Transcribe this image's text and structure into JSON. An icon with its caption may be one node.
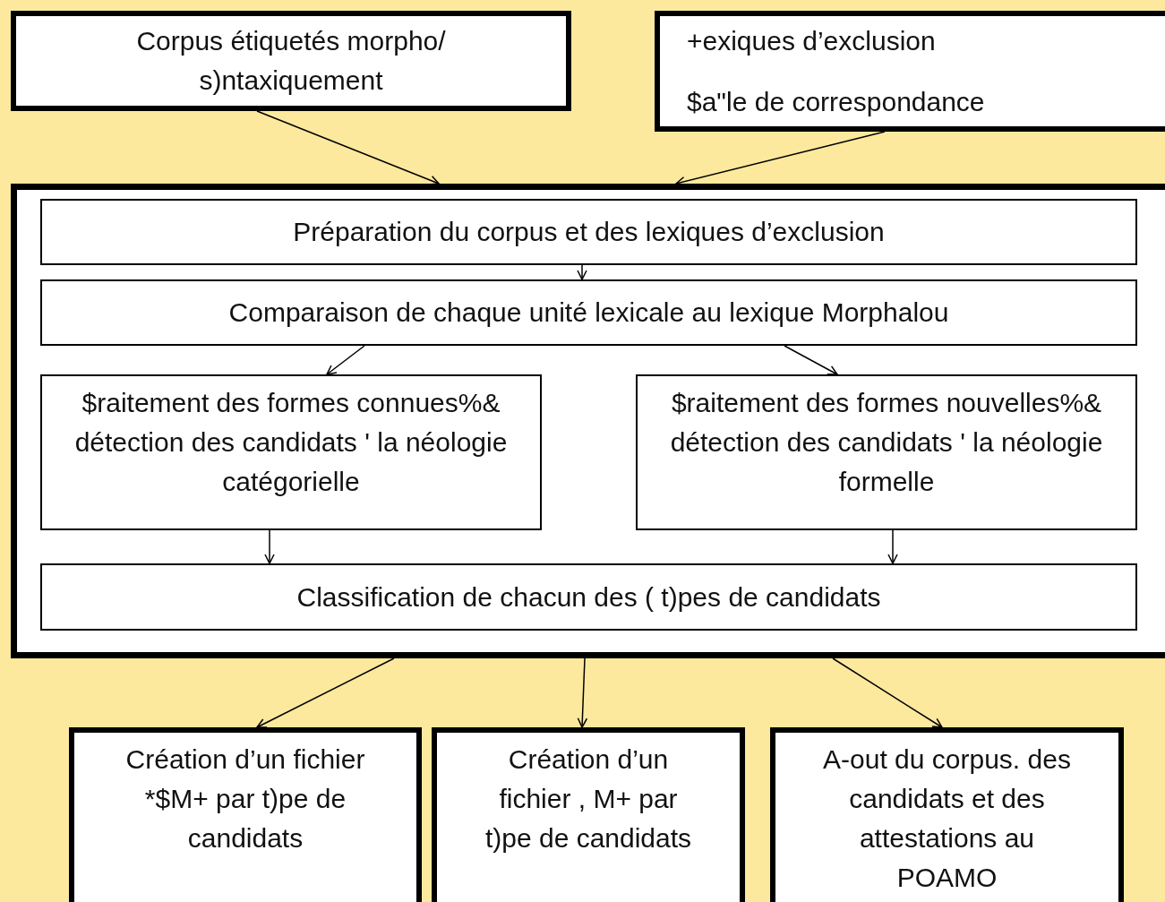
{
  "diagram": {
    "nodes": [
      {
        "text": [
          "Corpus étiquetés morpho/ s)ntaxiquement"
        ]
      },
      {
        "text": [
          "+exiques d’exclusion",
          "$a\"le de correspondance"
        ]
      },
      {
        "text": [],
        "shape": "box"
      },
      {
        "text": [
          "Préparation du corpus et des lexiques d’exclusion"
        ],
        "in": 2
      },
      {
        "text": [
          "Comparaison de chaque unité lexicale au lexique Morphalou"
        ],
        "in": 2
      },
      {
        "text": [
          "$raitement des formes connues%& détection des candidats ' la néologie catégorielle"
        ],
        "in": 2
      },
      {
        "text": [
          "$raitement des formes nouvelles%& détection des candidats ' la néologie formelle"
        ],
        "in": 2
      },
      {
        "text": [
          "Classification de chacun des ( t)pes de candidats"
        ],
        "in": 2
      },
      {
        "text": [
          "Création d’un fichier *$M+ par t)pe de candidats"
        ]
      },
      {
        "text": [
          "Création d’un fichier , M+ par t)pe de candidats"
        ]
      },
      {
        "text": [
          "A-out du corpus. des candidats et des attestations au POAMO"
        ]
      }
    ],
    "edges": [
      {
        "from": 0,
        "to": 2,
        "arrow": "to"
      },
      {
        "from": 1,
        "to": 2,
        "arrow": "to"
      },
      {
        "from": 3,
        "to": 4,
        "arrow": "to"
      },
      {
        "from": 4,
        "to": 5,
        "arrow": "to"
      },
      {
        "from": 4,
        "to": 6,
        "arrow": "to"
      },
      {
        "from": 5,
        "to": 7,
        "arrow": "to"
      },
      {
        "from": 6,
        "to": 7,
        "arrow": "to"
      },
      {
        "from": 2,
        "to": 8,
        "arrow": "to"
      },
      {
        "from": 2,
        "to": 9,
        "arrow": "to"
      },
      {
        "from": 2,
        "to": 10,
        "arrow": "to"
      }
    ]
  }
}
